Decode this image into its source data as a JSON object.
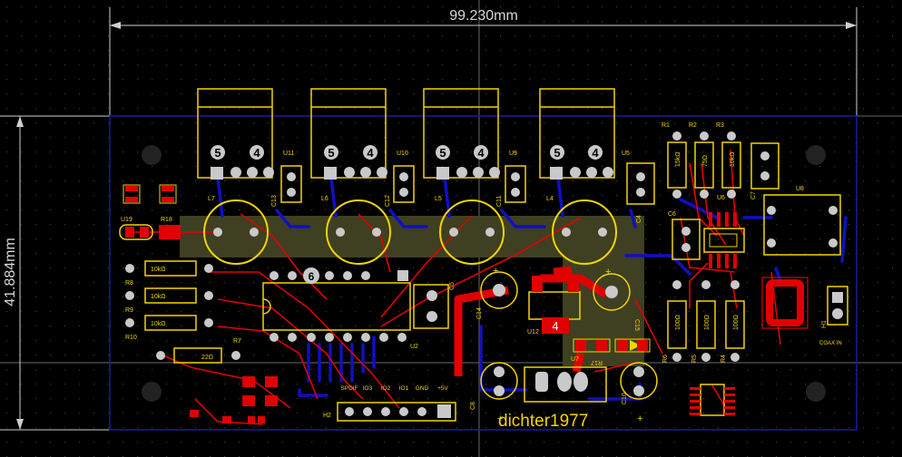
{
  "dimensions": {
    "width_label": "99.230mm",
    "height_label": "41.884mm"
  },
  "colors": {
    "background": "#000000",
    "grid_dot": "#3a3a3a",
    "board_outline": "#1a1aa0",
    "silk": "#f2d400",
    "top_copper": "#e00000",
    "bottom_copper": "#1010c0",
    "pad": "#c9c9c9",
    "pour": "#3f3f22",
    "dimension": "#cfcfcf"
  },
  "ports": {
    "five": "5",
    "four": "4"
  },
  "designators": {
    "u11": "U11",
    "u10": "U10",
    "u9": "U9",
    "u5": "U5",
    "l7": "L7",
    "l6": "L6",
    "l5": "L5",
    "l4": "L4",
    "c13": "C13",
    "c12": "C12",
    "c11": "C11",
    "c4": "C4",
    "u19": "U19",
    "r18": "R18",
    "r8": "R8",
    "r9": "R9",
    "r10": "R10",
    "r7": "R7",
    "r1": "R1",
    "r2": "R2",
    "r3": "R3",
    "c7": "C7",
    "c6": "C6",
    "u6": "U6",
    "u8": "U8",
    "c5": "C5",
    "u2": "U2",
    "c14": "C14",
    "c15": "C15",
    "u12": "U12",
    "u12_badge": "4",
    "u2_badge": "6",
    "c8": "C8",
    "u7": "U7",
    "r17": "R17",
    "c10": "C10",
    "r6": "R6",
    "r5": "R5",
    "r4": "R4",
    "h1": "H1",
    "h2": "H2"
  },
  "values": {
    "r8_value": "10kΩ",
    "r9_value": "10kΩ",
    "r10_value": "10kΩ",
    "r7_value": "22Ω",
    "r1_value": "15kΩ",
    "r2_value": "75Ω",
    "r3_value": "10kΩ",
    "r6_value": "100Ω",
    "r5_value": "100Ω",
    "r4_value": "100Ω"
  },
  "header_pins": [
    "SPDIF",
    "IO3",
    "IO2",
    "IO1",
    "GND",
    "+5V"
  ],
  "coax_label": "COAX IN",
  "author": "dichter1977",
  "polarity": "+"
}
